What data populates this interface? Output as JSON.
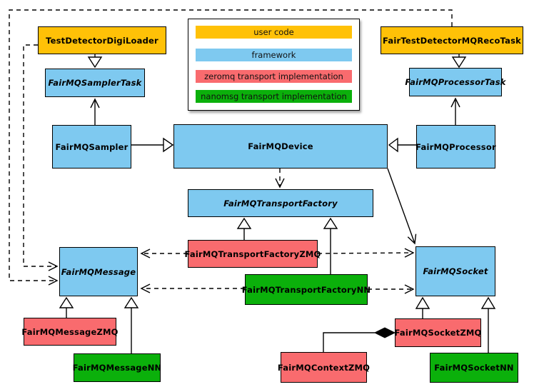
{
  "legend": {
    "items": [
      {
        "label": "user code",
        "color": "#FFC107"
      },
      {
        "label": "framework",
        "color": "#7EC9F0"
      },
      {
        "label": "zeromq transport implementation",
        "color": "#F96B6E"
      },
      {
        "label": "nanomsg transport implementation",
        "color": "#0BB00B"
      }
    ]
  },
  "classes": {
    "digiloader": {
      "label": "TestDetectorDigiLoader",
      "category": "user code",
      "abstract": false
    },
    "recotask": {
      "label": "FairTestDetectorMQRecoTask",
      "category": "user code",
      "abstract": false
    },
    "samplertask": {
      "label": "FairMQSamplerTask",
      "category": "framework",
      "abstract": true
    },
    "processortask": {
      "label": "FairMQProcessorTask",
      "category": "framework",
      "abstract": true
    },
    "sampler": {
      "label": "FairMQSampler",
      "category": "framework",
      "abstract": false
    },
    "device": {
      "label": "FairMQDevice",
      "category": "framework",
      "abstract": false
    },
    "processor": {
      "label": "FairMQProcessor",
      "category": "framework",
      "abstract": false
    },
    "factory": {
      "label": "FairMQTransportFactory",
      "category": "framework",
      "abstract": true
    },
    "factoryzmq": {
      "label": "FairMQTransportFactoryZMQ",
      "category": "zeromq transport implementation",
      "abstract": false
    },
    "factorynn": {
      "label": "FairMQTransportFactoryNN",
      "category": "nanomsg transport implementation",
      "abstract": false
    },
    "message": {
      "label": "FairMQMessage",
      "category": "framework",
      "abstract": true
    },
    "socket": {
      "label": "FairMQSocket",
      "category": "framework",
      "abstract": true
    },
    "messagezmq": {
      "label": "FairMQMessageZMQ",
      "category": "zeromq transport implementation",
      "abstract": false
    },
    "messagenn": {
      "label": "FairMQMessageNN",
      "category": "nanomsg transport implementation",
      "abstract": false
    },
    "socketzmq": {
      "label": "FairMQSocketZMQ",
      "category": "zeromq transport implementation",
      "abstract": false
    },
    "socketnn": {
      "label": "FairMQSocketNN",
      "category": "nanomsg transport implementation",
      "abstract": false
    },
    "contextzmq": {
      "label": "FairMQContextZMQ",
      "category": "zeromq transport implementation",
      "abstract": false
    }
  },
  "relationships": [
    {
      "from": "TestDetectorDigiLoader",
      "to": "FairMQSamplerTask",
      "type": "inheritance"
    },
    {
      "from": "FairTestDetectorMQRecoTask",
      "to": "FairMQProcessorTask",
      "type": "inheritance"
    },
    {
      "from": "FairMQSampler",
      "to": "FairMQDevice",
      "type": "inheritance"
    },
    {
      "from": "FairMQProcessor",
      "to": "FairMQDevice",
      "type": "inheritance"
    },
    {
      "from": "FairMQSampler",
      "to": "FairMQSamplerTask",
      "type": "association"
    },
    {
      "from": "FairMQProcessor",
      "to": "FairMQProcessorTask",
      "type": "association"
    },
    {
      "from": "FairMQDevice",
      "to": "FairMQTransportFactory",
      "type": "dependency"
    },
    {
      "from": "FairMQDevice",
      "to": "FairMQSocket",
      "type": "association"
    },
    {
      "from": "FairMQTransportFactoryZMQ",
      "to": "FairMQTransportFactory",
      "type": "inheritance"
    },
    {
      "from": "FairMQTransportFactoryNN",
      "to": "FairMQTransportFactory",
      "type": "inheritance"
    },
    {
      "from": "FairMQTransportFactoryZMQ",
      "to": "FairMQMessage",
      "type": "dependency"
    },
    {
      "from": "FairMQTransportFactoryZMQ",
      "to": "FairMQSocket",
      "type": "dependency"
    },
    {
      "from": "FairMQTransportFactoryNN",
      "to": "FairMQMessage",
      "type": "dependency"
    },
    {
      "from": "FairMQTransportFactoryNN",
      "to": "FairMQSocket",
      "type": "dependency"
    },
    {
      "from": "TestDetectorDigiLoader",
      "to": "FairMQMessage",
      "type": "dependency"
    },
    {
      "from": "FairTestDetectorMQRecoTask",
      "to": "FairMQMessage",
      "type": "dependency"
    },
    {
      "from": "FairMQMessageZMQ",
      "to": "FairMQMessage",
      "type": "inheritance"
    },
    {
      "from": "FairMQMessageNN",
      "to": "FairMQMessage",
      "type": "inheritance"
    },
    {
      "from": "FairMQSocketZMQ",
      "to": "FairMQSocket",
      "type": "inheritance"
    },
    {
      "from": "FairMQSocketNN",
      "to": "FairMQSocket",
      "type": "inheritance"
    },
    {
      "from": "FairMQSocketZMQ",
      "to": "FairMQContextZMQ",
      "type": "composition"
    }
  ],
  "colors": {
    "user_code": "#FFC107",
    "framework": "#7EC9F0",
    "zeromq": "#F96B6E",
    "nanomsg": "#0BB00B",
    "border": "#000000",
    "background": "#FFFFFF"
  }
}
